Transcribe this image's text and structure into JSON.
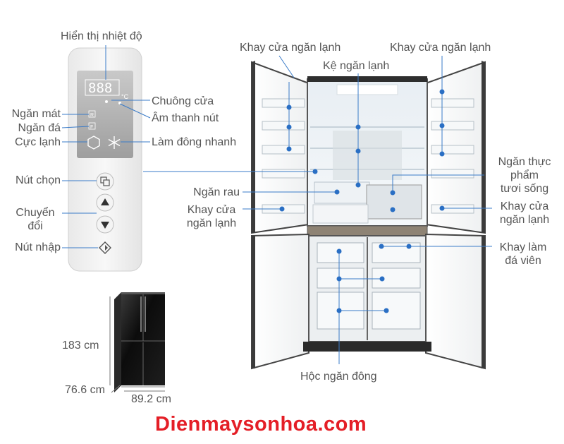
{
  "labels": {
    "display": "Hiển thị nhiệt độ",
    "bell": "Chuông cửa",
    "fresh": "Ngăn mát",
    "button_sound": "Âm thanh nút",
    "ice_compartment": "Ngăn đá",
    "super_cool": "Cực lạnh",
    "quick_freeze": "Làm đông nhanh",
    "select_button": "Nút chọn",
    "switch_line1": "Chuyển",
    "switch_line2": "đổi",
    "enter_button": "Nút nhập",
    "door_tray_left": "Khay cửa ngăn lạnh",
    "door_tray_right": "Khay cửa ngăn lạnh",
    "fridge_shelf": "Kệ ngăn lạnh",
    "fresh_food_line1": "Ngăn thực",
    "fresh_food_line2": "phẩm",
    "fresh_food_line3": "tươi sống",
    "veg_drawer": "Ngăn rau",
    "door_tray_left2_line1": "Khay cửa",
    "door_tray_left2_line2": "ngăn lạnh",
    "door_tray_right2_line1": "Khay cửa",
    "door_tray_right2_line2": "ngăn lạnh",
    "ice_maker_line1": "Khay làm",
    "ice_maker_line2": "đá viên",
    "freezer_drawer": "Hộc ngăn đông"
  },
  "panel": {
    "display_digits": "888",
    "unit": "°C",
    "fresh_key": "R",
    "freeze_key": "F"
  },
  "dimensions": {
    "height": "183 cm",
    "depth": "76.6 cm",
    "width": "89.2 cm"
  },
  "website": "Dienmaysonhoa.com"
}
